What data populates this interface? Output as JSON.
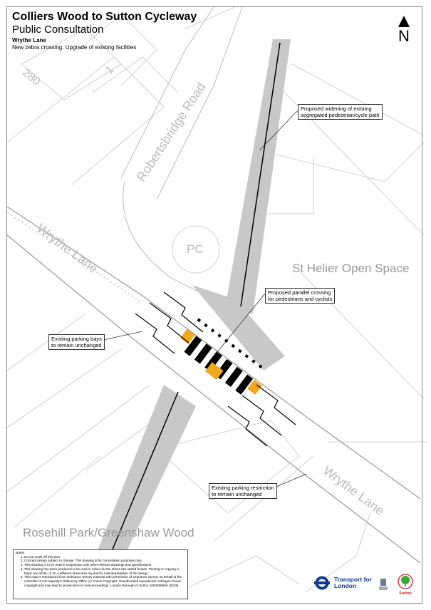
{
  "title": {
    "main": "Colliers Wood to Sutton Cycleway",
    "subtitle": "Public Consultation",
    "location": "Wrythe Lane",
    "description": "New zebra crossing. Upgrade of existing facilities"
  },
  "north_arrow": {
    "label": "N"
  },
  "map_labels": {
    "robertsbridge_road": "Robertsbridge Road",
    "wrythe_lane_west": "Wrythe Lane",
    "wrythe_lane_east": "Wrythe Lane",
    "st_helier": "St Helier Open Space",
    "rosehill": "Rosehill Park/Greenshaw Wood",
    "pc": "PC",
    "house_280": "280",
    "house_1": "1"
  },
  "callouts": {
    "widening": "Proposed widening of existing\nsegregated pedestrian/cycle path",
    "parallel_crossing": "Proposed parallel crossing\nfor pedestrians and cyclists",
    "parking_bays": "Existing parking bays\nto remain unchanged",
    "parking_restriction": "Existing parking restriction\nto remain unchanged"
  },
  "notes": {
    "heading": "Notes",
    "items": [
      "Do not scale off this plan",
      "Concept design subject to change. This drawing is for consultation purposes only",
      "This drawing is to be read in conjunction with other relevant drawings and specifications",
      "This drawing has been produced to be read in colour for the sheet size stated beside. Printing or copying in black and white, or on a different sheet size my lead to misinterpretation of the design",
      "This map is reproduced from Ordnance Survey material with permission of Ordnance Survey on behalf of the controller of Her Majesty's Stationery Office (c) Crown Copyright. Unauthorised reproduction infringes Crown copyright and may lead to prosecution or civil proceedings. London Borough of Sutton 100008655X (2019)."
    ]
  },
  "logos": {
    "tfl": "Transport for London",
    "sutton": "Sutton"
  },
  "colors": {
    "path_grey": "#c8c8c8",
    "tactile": "#f0a81c",
    "tfl_blue": "#113b92",
    "sutton_red": "#d2202f",
    "sutton_green": "#3aa935"
  }
}
